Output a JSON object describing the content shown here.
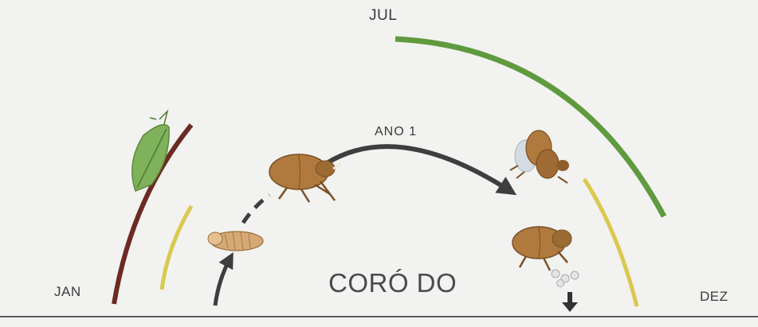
{
  "months": {
    "start": "JAN",
    "middle": "JUL",
    "end": "DEZ"
  },
  "year_label": "ANO 1",
  "title": "CORÓ DO",
  "colors": {
    "background": "#f2f2f0",
    "arc_plant": "#6b2a22",
    "arc_larva": "#d9c94f",
    "arc_adult": "#5f9a3f",
    "arrow": "#3e3e3e",
    "beetle": "#b07a3e",
    "leaf": "#7fb25a"
  },
  "icons": [
    "leaf-icon",
    "pupa-icon",
    "beetle-adult-icon",
    "beetle-flying-icon",
    "beetle-laying-eggs-icon",
    "eggs-icon",
    "down-arrow-icon"
  ]
}
